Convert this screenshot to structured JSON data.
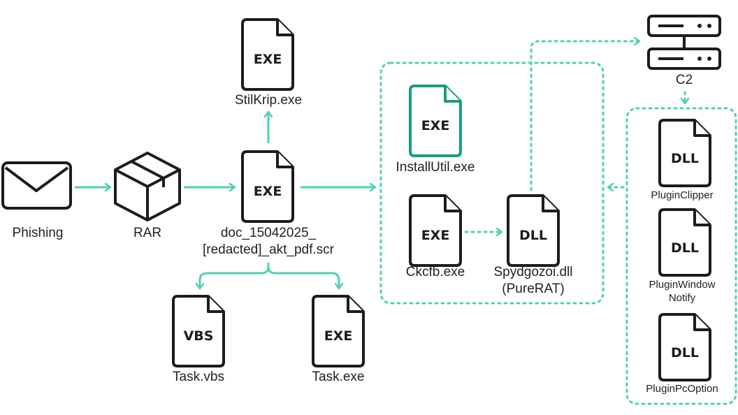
{
  "labels": {
    "phishing": "Phishing",
    "rar": "RAR",
    "stilkrip": "StilKrip.exe",
    "doc_line1": "doc_15042025_",
    "doc_line2": "[redacted]_akt_pdf.scr",
    "task_vbs": "Task.vbs",
    "task_exe": "Task.exe",
    "installutil": "InstallUtil.exe",
    "ckcfb": "Ckcfb.exe",
    "spydgozoi_line1": "Spydgozoi.dll",
    "spydgozoi_line2": "(PureRAT)",
    "c2": "C2",
    "plugin_clipper": "PluginClipper",
    "plugin_window_line1": "PluginWindow",
    "plugin_window_line2": "Notify",
    "plugin_pcoption": "PluginPcOption"
  },
  "file_types": {
    "stilkrip": "EXE",
    "doc": "EXE",
    "task_vbs": "VBS",
    "task_exe": "EXE",
    "installutil": "EXE",
    "ckcfb": "EXE",
    "spydgozoi": "DLL",
    "plugin_clipper": "DLL",
    "plugin_window": "DLL",
    "plugin_pcoption": "DLL"
  },
  "icons": {
    "phishing": "envelope-icon",
    "rar": "package-box-icon",
    "c2": "server-icon"
  },
  "colors": {
    "accent": "#4fd1b4",
    "accent_dark": "#1a9c84",
    "ink": "#1c1c1c"
  }
}
